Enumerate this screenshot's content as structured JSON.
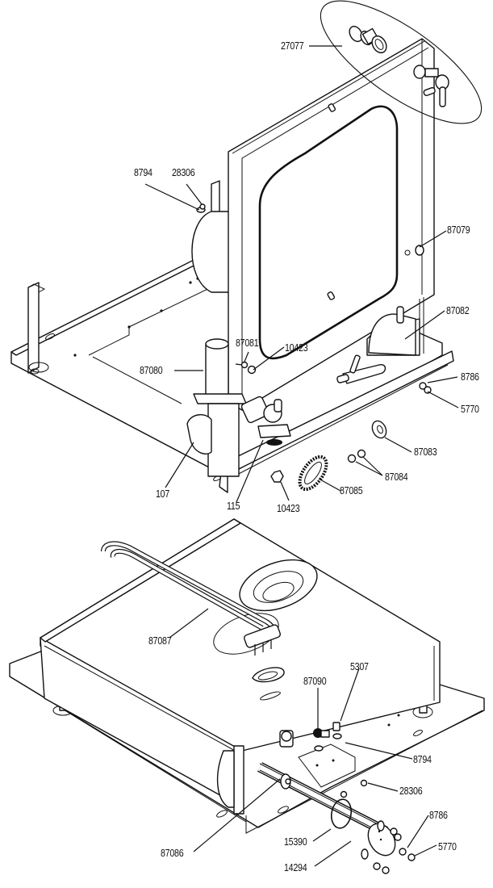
{
  "diagram": {
    "type": "exploded-parts-diagram",
    "upper_assembly": {
      "labels": [
        {
          "id": "27077",
          "text": "27077"
        },
        {
          "id": "8794-top",
          "text": "8794"
        },
        {
          "id": "28306-top",
          "text": "28306"
        },
        {
          "id": "87079",
          "text": "87079"
        },
        {
          "id": "87082",
          "text": "87082"
        },
        {
          "id": "87081",
          "text": "87081"
        },
        {
          "id": "10423-a",
          "text": "10423"
        },
        {
          "id": "87080",
          "text": "87080"
        },
        {
          "id": "8786-top",
          "text": "8786"
        },
        {
          "id": "5770-top",
          "text": "5770"
        },
        {
          "id": "87083",
          "text": "87083"
        },
        {
          "id": "87084",
          "text": "87084"
        },
        {
          "id": "87085",
          "text": "87085"
        },
        {
          "id": "10423-b",
          "text": "10423"
        },
        {
          "id": "115",
          "text": "115"
        },
        {
          "id": "107",
          "text": "107"
        }
      ]
    },
    "lower_assembly": {
      "labels": [
        {
          "id": "87087",
          "text": "87087"
        },
        {
          "id": "87090",
          "text": "87090"
        },
        {
          "id": "5307",
          "text": "5307"
        },
        {
          "id": "8794-bottom",
          "text": "8794"
        },
        {
          "id": "28306-bottom",
          "text": "28306"
        },
        {
          "id": "8786-bottom",
          "text": "8786"
        },
        {
          "id": "5770-bottom",
          "text": "5770"
        },
        {
          "id": "87086",
          "text": "87086"
        },
        {
          "id": "15390",
          "text": "15390"
        },
        {
          "id": "14294",
          "text": "14294"
        }
      ]
    }
  }
}
